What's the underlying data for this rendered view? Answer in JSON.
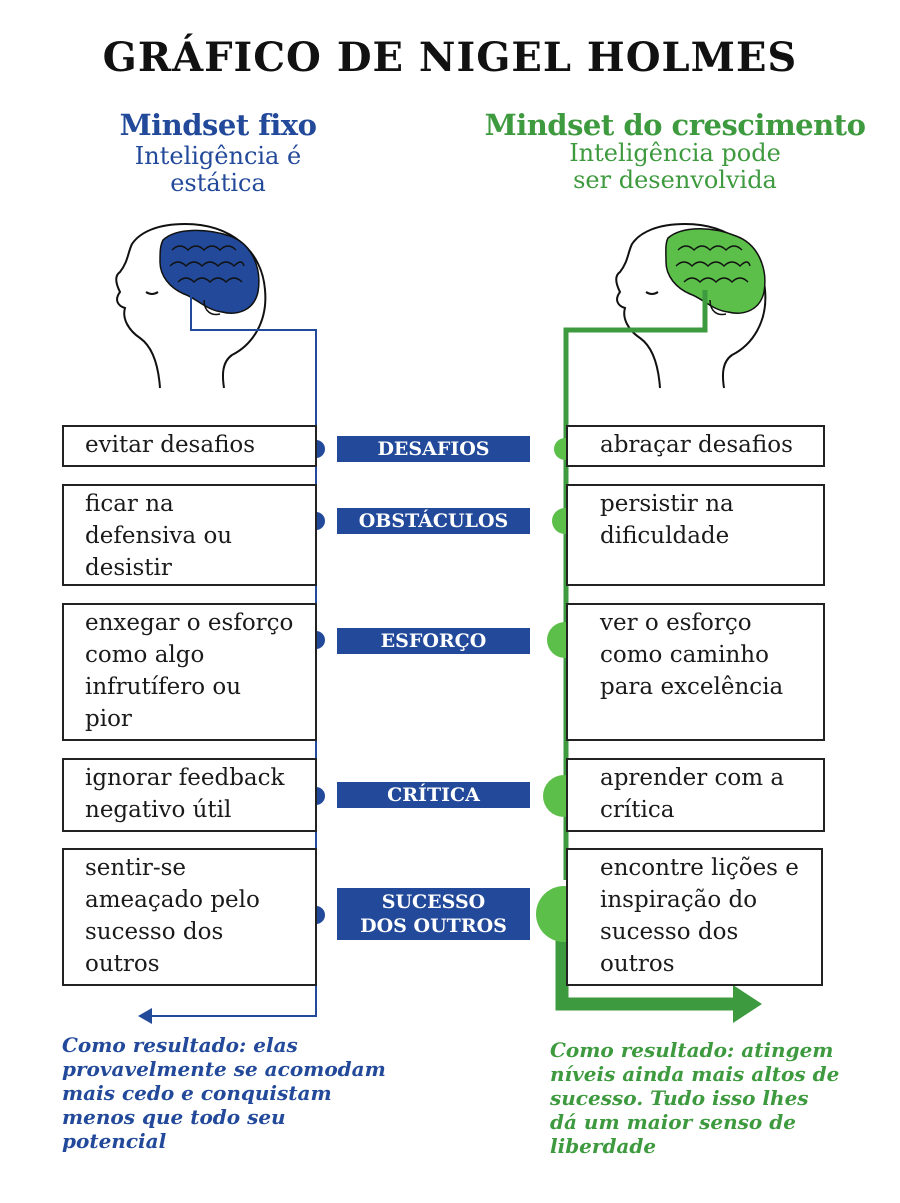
{
  "title": "GRÁFICO DE NIGEL HOLMES",
  "colors": {
    "fixed": "#22499a",
    "growth": "#3e9a3e",
    "growth_fill": "#5cbf4a"
  },
  "fixed": {
    "title": "Mindset fixo",
    "subtitle": "Inteligência é\nestática",
    "result": "Como resultado: elas provavelmente se acomodam mais cedo e conquistam menos que todo seu potencial"
  },
  "growth": {
    "title": "Mindset do crescimento",
    "subtitle": "Inteligência pode\nser desenvolvida",
    "result": "Como resultado: atingem níveis ainda mais altos de sucesso. Tudo isso lhes dá um maior senso de liberdade"
  },
  "rows": [
    {
      "label": "DESAFIOS",
      "fixed": "evitar desafios",
      "growth": "abraçar desafios"
    },
    {
      "label": "OBSTÁCULOS",
      "fixed": "ficar na\ndefensiva ou\ndesistir",
      "growth": "persistir na\ndificuldade"
    },
    {
      "label": "ESFORÇO",
      "fixed": "enxegar o esforço\ncomo algo\ninfrutífero ou\npior",
      "growth": "ver o esforço\ncomo caminho\npara excelência"
    },
    {
      "label": "CRÍTICA",
      "fixed": "ignorar feedback\nnegativo útil",
      "growth": "aprender com a\ncrítica"
    },
    {
      "label": "SUCESSO\nDOS OUTROS",
      "fixed": "sentir-se\nameaçado pelo\nsucesso dos\noutros",
      "growth": "encontre lições e\ninspiração do\nsucesso dos\noutros"
    }
  ],
  "icons": [
    "head-fixed-icon",
    "head-growth-icon",
    "arrow-left-icon",
    "arrow-right-icon"
  ]
}
